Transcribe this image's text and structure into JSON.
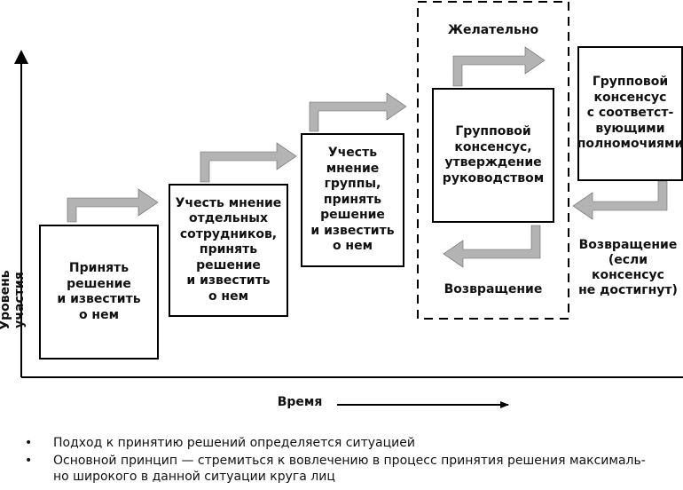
{
  "axes": {
    "y_label": "Уровень участия",
    "x_label": "Время"
  },
  "boxes": [
    "Принять\nрешение\nи известить\nо нем",
    "Учесть мнение\nотдельных\nсотрудников,\nпринять\nрешение\nи известить\nо нем",
    "Учесть\nмнение\nгруппы,\nпринять\nрешение\nи известить\nо нем",
    "Групповой\nконсенсус,\nутверждение\nруководством",
    "Групповой\nконсенсус\nс соответст-\nвующими\nполномочиями"
  ],
  "labels": {
    "desirable": "Желательно",
    "return_inner": "Возвращение",
    "return_outer": "Возвращение\n(если\nконсенсус\nне достигнут)"
  },
  "bullets": [
    "Подход к принятию решений определяется ситуацией",
    "Основной принцип — стремиться к вовлечению в процесс принятия решения максималь-\nно широкого в данной ситуации круга лиц"
  ],
  "colors": {
    "arrow": "#b3b3b3",
    "line": "#000000"
  }
}
